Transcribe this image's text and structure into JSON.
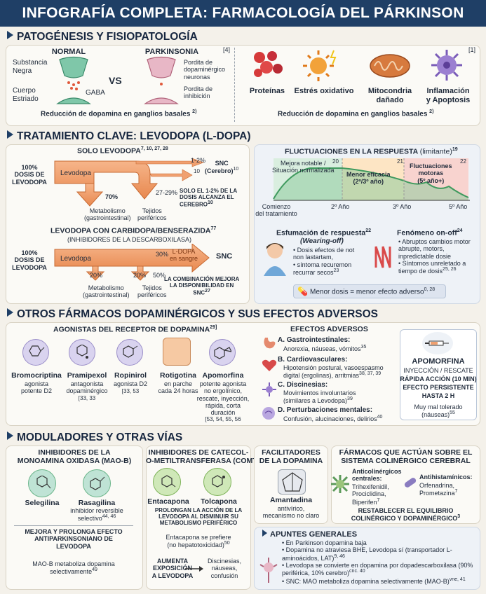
{
  "title": "INFOGRAFÍA COMPLETA: FARMACOLOGÍA DEL PÁRKINSON",
  "s1": {
    "heading": "PATOGÉNESIS Y FISIOPATOLOGÍA",
    "normal": "NORMAL",
    "parkinsonia": "PARKINSONIA",
    "sustancia": "Substancia\nNegra",
    "cuerpo": "Cuerpo\nEstriado",
    "gaba": "GABA",
    "vs": "VS",
    "perdida1": "Pordita de\ndopaminérgico\nneuronas",
    "perdida2": "Pordita de\ninhibición",
    "ref_left": "[4]",
    "ref_right": "[1]",
    "reduccion_left": "Reducción de dopamina en ganglios basales",
    "reduccion_left_ref": "2)",
    "causes": [
      "Proteínas",
      "Estrés oxidativo",
      "Mitocondria\ndañado",
      "Inflamación\ny Apoptosis"
    ],
    "reduccion_right": "Reducción de dopamina en ganglios basales",
    "reduccion_right_ref": "2)"
  },
  "s2": {
    "heading": "TRATAMIENTO CLAVE: LEVODOPA (L-DOPA)",
    "solo_title": "SOLO LEVODOPA",
    "solo_refs": "7, 10, 27, 28",
    "dose100": "100%\nDOSIS DE\nLEVODOPA",
    "levodopa": "Levodopa",
    "pct_70": "70%",
    "pct_1_2": "1-2%",
    "pct_10": "10",
    "pct_27_29": "27-29%",
    "snc_cerebro": "SNC\n(Cerebro)",
    "snc_ref": "10",
    "solo_note": "SOLO EL 1-2% DE LA\nDOSIS ALCANZA EL\nCEREBRO",
    "solo_note_ref": "10",
    "metab": "Metabolismo\n(gastrointestinal)",
    "tejidos": "Tejidos\nperiféricos",
    "carbi_title": "LEVODOPA CON CARBIDOPA/BENSERAZIDA",
    "carbi_ref": "77",
    "carbi_sub": "(INHIBIDORES DE LA DESCARBOXILASA)",
    "pct_30": "30%",
    "ldopa_sangre": "L-DOPA\nen sangre",
    "snc": "SNC",
    "pct_20a": "20%",
    "pct_20b": "20%",
    "pct_50": "50%",
    "comb_note": "LA COMBINACIÓN MEJORA\nLA DISPONIBILIDAD EN\nSNC",
    "comb_ref": "27",
    "fluct_title": "FLUCTUACIONES EN LA RESPUESTA",
    "fluct_limit": "(limitante)",
    "fluct_ref": "19",
    "phase1": "Mejora notable /\nSituación normalizada",
    "phase1_ref": "20",
    "phase2": "Menor eficacia\n(2º/3º año)",
    "phase2_ref": "21",
    "phase3": "Fluctuaciones\nmotoras\n(5º año+)",
    "phase3_ref": "22",
    "axis": [
      "Comienzo\ndel tratamiento",
      "2º Año",
      "3º Año",
      "5º Año"
    ],
    "wear_title": "Esfumación de respuesta",
    "wear_ref": "22",
    "wear_sub": "(Wearing-off)",
    "wear_items": [
      "Dosis efectos de not non lastartam,",
      "síntoma recuremon recurrar secos"
    ],
    "wear_items_ref": "23",
    "onoff_title": "Fenómeno on-off",
    "onoff_ref": "24",
    "onoff_items": [
      "Abruptos cambios motor abrupte, motors, inpredictable dosie",
      "Síntomos unreletado a tiempo de dosis"
    ],
    "onoff_items_ref": "25, 26",
    "menor_dosis": "Menor dosis = menor efecto adverso",
    "menor_ref": "0, 28"
  },
  "s3": {
    "heading": "OTROS FÁRMACOS DOPAMINÉRGICOS Y SUS EFECTOS ADVERSOS",
    "agon_title": "AGONISTAS DEL RECEPTOR DE DOPAMINA",
    "agon_ref": "29]",
    "drugs": [
      {
        "name": "Bromocriptina",
        "desc": "agonista\npotente D2",
        "ref": ""
      },
      {
        "name": "Pramipexol",
        "desc": "antagonista\ndopaminérgico",
        "ref": "[33, 33"
      },
      {
        "name": "Ropinirol",
        "desc": "agonista D2",
        "ref": "[33, 53"
      },
      {
        "name": "Rotigotina",
        "desc": "en parche\ncada 24 horas",
        "ref": ""
      },
      {
        "name": "Apomorfina",
        "desc": "potente agonista\nno ergolínico,\nrescate, inyección,\nrápida, corta\nduración",
        "ref": "[53, 54, 55, 56"
      }
    ],
    "ef_title": "EFECTOS ADVERSOS",
    "effects": [
      {
        "head": "A. Gastrointestinales:",
        "body": "Anorexia, náuseas, vómitos",
        "ref": "35"
      },
      {
        "head": "B. Cardiovasculares:",
        "body": "Hipotensión postural, vasoespasmo\ndigital (ergolinas), arritmias",
        "ref": "38, 37, 39"
      },
      {
        "head": "C. Discinesias:",
        "body": "Movimientos involuntarios\n(similares a Levodopa)",
        "ref": "39"
      },
      {
        "head": "D. Perturbaciones mentales:",
        "body": "Confusión, alucinaciones, delirios",
        "ref": "40"
      }
    ],
    "apo_title": "APOMORFINA",
    "apo_lines": [
      "INYECCIÓN / RESCATE",
      "RÁPIDA ACCIÓN (10 MIN)",
      "EFECTO PERSISTENTE",
      "HASTA 2 H"
    ],
    "apo_tol": "Muy mal tolerado\n(náuseas)",
    "apo_ref": "55"
  },
  "s4": {
    "heading": "MODULADORES Y OTRAS VÍAS",
    "maob_title": "INHIBIDORES DE LA\nMONOAMINA OXIDASA (MAO-B)",
    "seleg": "Selegilina",
    "rasag": "Rasagilina",
    "rasag_desc": "inhibidor reversible\nselectivo",
    "rasag_ref": "44, 46",
    "maob_note": "MEJORA Y PROLONGA EFECTO\nANTIPARKINSONIANO DE\nLEVODOPA",
    "maob_foot": "MAO-B metaboliza dopamina\nselectivamente",
    "maob_foot_ref": "49",
    "comt_title": "INHIBIDORES DE CATECOL-\nO-METILTRANSFERASA (COMT)",
    "entac": "Entacapona",
    "tolca": "Tolcapona",
    "comt_note": "PROLONGAN LA ACCIÓN DE LA\nLEVODOPA AL DISMINUIR SU\nMETABOLISMO PERIFÉRICO",
    "comt_pref": "Entacapona se prefiere\n(no hepatotoxicidad)",
    "comt_pref_ref": "50",
    "aumenta": "AUMENTA\nEXPOSICIÓN\nA LEVODOPA",
    "comt_ae": "Discinesias,\nnáuseas,\nconfusión",
    "facil_title": "FACILITADORES\nDE LA DOPAMINA",
    "amant": "Amantadina",
    "amant_desc": "antivírico,\nmecanismo no claro",
    "col_title": "FÁRMACOS QUE ACTÚAN SOBRE EL\nSISTEMA COLINÉRGICO CEREBRAL",
    "anticol_head": "Anticolinérgicos\ncentrales:",
    "anticol_body": "Trihexifenidil,\nProciclidina,\nBiperifen",
    "anticol_ref": "7",
    "antihis_head": "Antihistamínicos:",
    "antihis_body": "Orfenadrina,\nPrometazina",
    "antihis_ref": "7",
    "restab": "RESTABLECER EL EQUILIBRIO\nCOLINÉRGICO Y DOPAMINÉRGICO",
    "restab_ref": "3",
    "apuntes_title": "APUNTES GENERALES",
    "apuntes": [
      "En Parkinson dopamina baja",
      "Dopamina no atraviesa BHE, Levodopa sí (transportador L-aminoácidos, LAT)",
      "Levodopa se convierte en dopamina por dopadescarboxilasa (90% periférica, 10% cerebro)",
      "SNC: MAO metaboliza dopamina selectivamente (MAO-B)"
    ],
    "apuntes_refs": [
      "",
      "9, 46",
      "cnc. 40",
      "vne, 41"
    ]
  },
  "colors": {
    "navy": "#1f3f66",
    "orange": "#e8884f",
    "green": "#6bb58a",
    "purple": "#8a7cc0"
  }
}
